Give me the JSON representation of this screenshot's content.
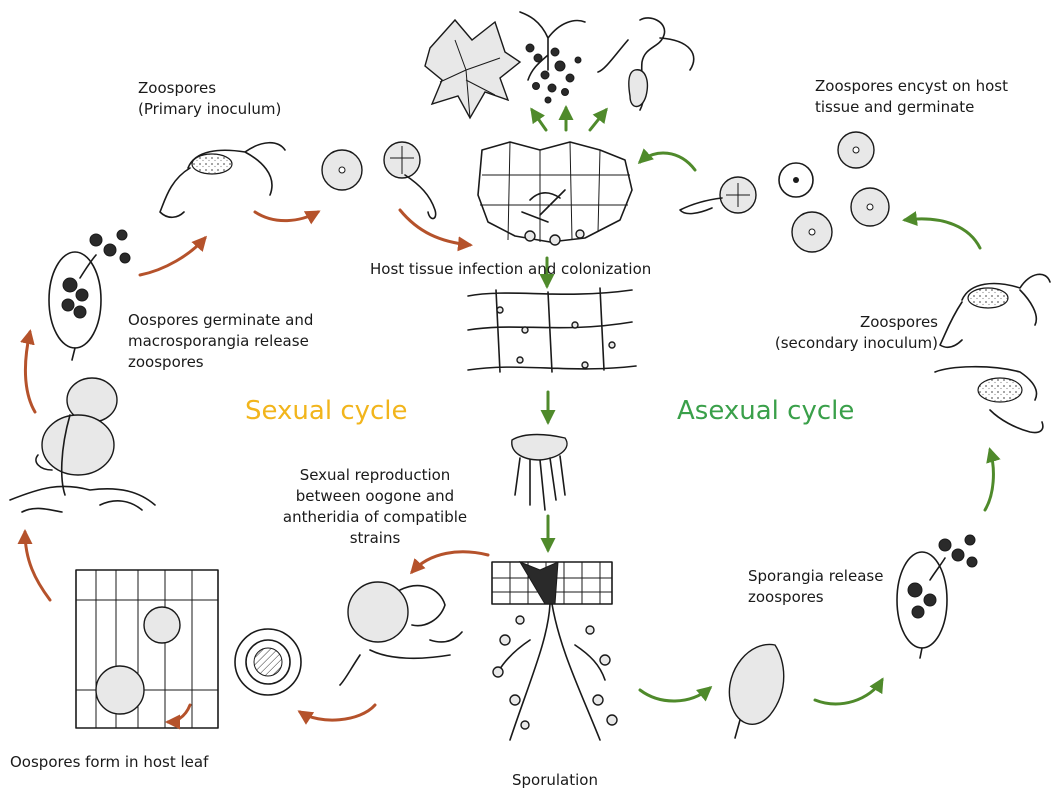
{
  "labels": {
    "zoospores_primary": "Zoospores\n(Primary inoculum)",
    "zoospores_encyst": "Zoospores encyst on host\ntissue and germinate",
    "host_infection": "Host tissue infection and colonization",
    "oospores_germinate": "Oospores germinate and\nmacrosporangia release\nzoospores",
    "zoospores_secondary": "Zoospores\n(secondary inoculum)",
    "sexual_reproduction": "Sexual reproduction\nbetween oogone and\nantheridia of compatible\nstrains",
    "sporangia_release": "Sporangia release\nzoospores",
    "oospores_form": "Oospores form in host leaf",
    "sporulation": "Sporulation"
  },
  "cycles": {
    "sexual": {
      "label": "Sexual cycle",
      "color": "#f2b51c"
    },
    "asexual": {
      "label": "Asexual cycle",
      "color": "#3aa04a"
    }
  },
  "colors": {
    "sexual_arrow": "#b5522b",
    "asexual_arrow": "#4f8a2b"
  }
}
